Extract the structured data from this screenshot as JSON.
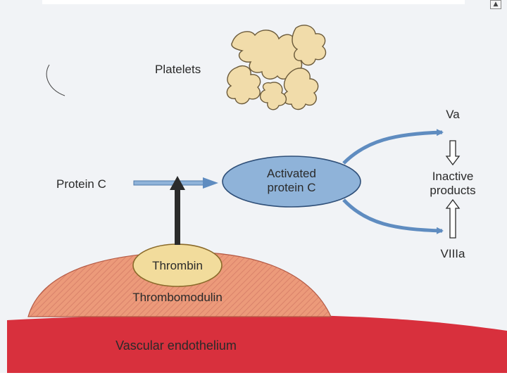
{
  "diagram": {
    "labels": {
      "platelets": "Platelets",
      "protein_c": "Protein C",
      "activated_line1": "Activated",
      "activated_line2": "protein C",
      "va": "Va",
      "inactive_line1": "Inactive",
      "inactive_line2": "products",
      "viiia": "VIIIa",
      "thrombin": "Thrombin",
      "thrombomodulin": "Thrombomodulin",
      "vascular_endothelium": "Vascular endothelium"
    },
    "colors": {
      "page_tint": "#f1f3f6",
      "arrow_blue": "#5f8cc0",
      "activated_fill": "#8fb3d9",
      "thrombin_fill": "#f2dc9c",
      "thrombomodulin_fill": "#ec9a7a",
      "endothelium_fill": "#d8303d",
      "platelet_fill": "#f1dcaa",
      "black_arrow": "#2b2b2b"
    },
    "icons": {
      "corner": "scroll-up-icon"
    }
  }
}
